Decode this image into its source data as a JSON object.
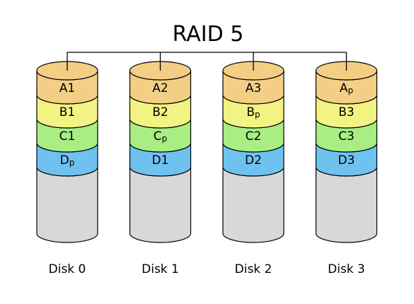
{
  "title": "RAID 5",
  "colors": {
    "A": "#f3cf86",
    "B": "#f3f383",
    "C": "#a8ee83",
    "D": "#6fc2ef",
    "empty": "#d8d8d8",
    "outline": "#000000",
    "connector": "#000000"
  },
  "disks": [
    {
      "name": "Disk 0",
      "blocks": [
        {
          "row": "A",
          "label": "A1",
          "parity": false
        },
        {
          "row": "B",
          "label": "B1",
          "parity": false
        },
        {
          "row": "C",
          "label": "C1",
          "parity": false
        },
        {
          "row": "D",
          "label": "D",
          "sub": "p",
          "parity": true
        }
      ]
    },
    {
      "name": "Disk 1",
      "blocks": [
        {
          "row": "A",
          "label": "A2",
          "parity": false
        },
        {
          "row": "B",
          "label": "B2",
          "parity": false
        },
        {
          "row": "C",
          "label": "C",
          "sub": "p",
          "parity": true
        },
        {
          "row": "D",
          "label": "D1",
          "parity": false
        }
      ]
    },
    {
      "name": "Disk 2",
      "blocks": [
        {
          "row": "A",
          "label": "A3",
          "parity": false
        },
        {
          "row": "B",
          "label": "B",
          "sub": "p",
          "parity": true
        },
        {
          "row": "C",
          "label": "C2",
          "parity": false
        },
        {
          "row": "D",
          "label": "D2",
          "parity": false
        }
      ]
    },
    {
      "name": "Disk 3",
      "blocks": [
        {
          "row": "A",
          "label": "A",
          "sub": "p",
          "parity": true
        },
        {
          "row": "B",
          "label": "B3",
          "parity": false
        },
        {
          "row": "C",
          "label": "C3",
          "parity": false
        },
        {
          "row": "D",
          "label": "D3",
          "parity": false
        }
      ]
    }
  ]
}
